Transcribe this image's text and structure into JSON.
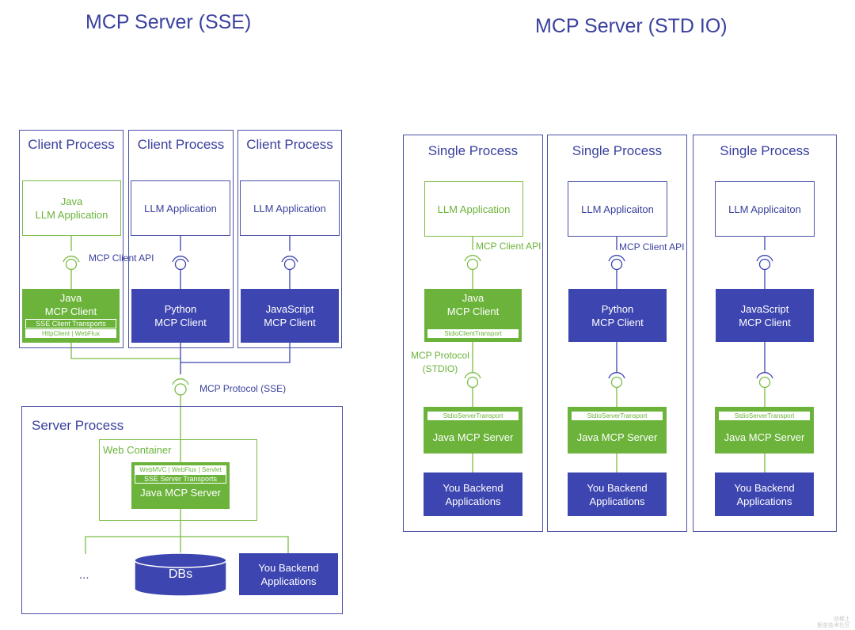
{
  "sse": {
    "title": "MCP Server (SSE)",
    "client_columns": [
      {
        "panel_title": "Client Process",
        "app_lines": [
          "Java",
          "LLM Application"
        ],
        "client_lines": [
          "Java",
          "MCP Client"
        ],
        "transport_strip": "SSE Client Transports",
        "transport_detail": "HttpClient | WebFlux",
        "accent": "#6bb33a"
      },
      {
        "panel_title": "Client Process",
        "app_lines": [
          "LLM Application"
        ],
        "client_lines": [
          "Python",
          "MCP Client"
        ],
        "accent": "#3d45b0"
      },
      {
        "panel_title": "Client Process",
        "app_lines": [
          "LLM Application"
        ],
        "client_lines": [
          "JavaScript",
          "MCP Client"
        ],
        "accent": "#3d45b0"
      }
    ],
    "client_api_label": "MCP Client API",
    "protocol_label": "MCP Protocol (SSE)",
    "server_process": {
      "title": "Server Process",
      "web_container_label": "Web Container",
      "server_detail": "WebMVC | WebFlux | Servlet",
      "server_transport": "SSE Server Transports",
      "server_name": "Java MCP Server",
      "db_label": "DBs",
      "ellipsis": "...",
      "backend_lines": [
        "You Backend",
        "Applications"
      ]
    }
  },
  "stdio": {
    "title": "MCP Server (STD IO)",
    "columns": [
      {
        "panel_title": "Single Process",
        "app_label": "LLM Application",
        "client_lines": [
          "Java",
          "MCP Client"
        ],
        "client_transport": "StdioClientTransport",
        "server_transport": "StdioServerTransport",
        "server_name": "Java MCP Server",
        "backend_lines": [
          "You Backend",
          "Applications"
        ],
        "accent": "#6bb33a"
      },
      {
        "panel_title": "Single Process",
        "app_label": "LLM Applicaiton",
        "client_lines": [
          "Python",
          "MCP Client"
        ],
        "server_transport": "StdioServerTransport",
        "server_name": "Java MCP Server",
        "backend_lines": [
          "You Backend",
          "Applications"
        ],
        "accent": "#3d45b0"
      },
      {
        "panel_title": "Single Process",
        "app_label": "LLM Applicaiton",
        "client_lines": [
          "JavaScript",
          "MCP Client"
        ],
        "server_transport": "StdioServerTransport",
        "server_name": "Java MCP Server",
        "backend_lines": [
          "You Backend",
          "Applications"
        ],
        "accent": "#3d45b0"
      }
    ],
    "client_api_label": "MCP Client API",
    "protocol_label_lines": [
      "MCP Protocol",
      "(STDIO)"
    ]
  },
  "watermark_lines": [
    "@稀土",
    "掘金技术社区"
  ],
  "colors": {
    "blue": "#3d45b0",
    "blue_text": "#3a419e",
    "green": "#6bb33a",
    "green_line": "#7bbd45"
  }
}
